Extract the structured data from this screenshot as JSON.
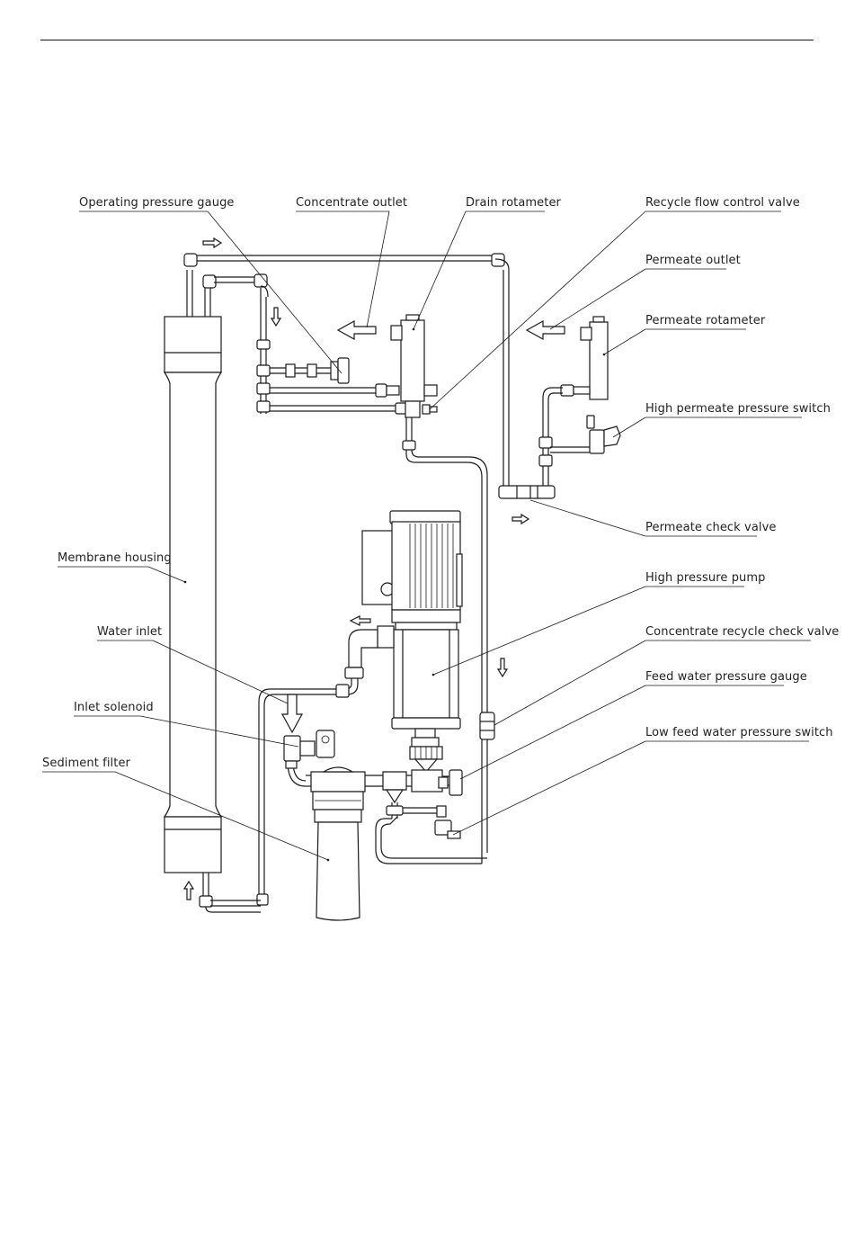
{
  "labels": {
    "operating_pressure_gauge": "Operating pressure gauge",
    "concentrate_outlet": "Concentrate outlet",
    "drain_rotameter": "Drain rotameter",
    "recycle_flow_control_valve": "Recycle flow control valve",
    "permeate_outlet": "Permeate outlet",
    "permeate_rotameter": "Permeate rotameter",
    "high_permeate_pressure_switch": "High permeate pressure switch",
    "permeate_check_valve": "Permeate check valve",
    "membrane_housing": "Membrane housing",
    "high_pressure_pump": "High pressure pump",
    "water_inlet": "Water inlet",
    "concentrate_recycle_check_valve": "Concentrate recycle check valve",
    "feed_water_pressure_gauge": "Feed water pressure gauge",
    "inlet_solenoid": "Inlet solenoid",
    "low_feed_water_pressure_switch": "Low feed water pressure switch",
    "sediment_filter": "Sediment filter"
  },
  "colors": {
    "line": "#1a1a1a",
    "background": "#ffffff"
  }
}
